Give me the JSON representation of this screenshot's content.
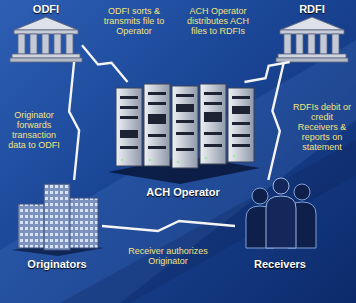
{
  "diagram": {
    "nodes": [
      {
        "text": [
          "ODFI"
        ]
      },
      {
        "text": [
          "RDFI"
        ]
      },
      {
        "text": [
          "ACH Operator"
        ]
      },
      {
        "text": [
          "Originators"
        ]
      },
      {
        "text": [
          "Receivers"
        ]
      }
    ],
    "edges": [
      {
        "from": 3,
        "to": 0,
        "label": "Originator forwards transaction data to ODFI",
        "arrow": "none"
      },
      {
        "from": 0,
        "to": 2,
        "label": "ODFI sorts & transmits file to Operator",
        "arrow": "none"
      },
      {
        "from": 2,
        "to": 1,
        "label": "ACH Operator distributes ACH files to RDFIs",
        "arrow": "none"
      },
      {
        "from": 1,
        "to": 4,
        "label": "RDFIs debit or credit Receivers & reports on statement",
        "arrow": "none"
      },
      {
        "from": 4,
        "to": 3,
        "label": "Receiver authorizes Originator",
        "arrow": "none"
      }
    ]
  }
}
